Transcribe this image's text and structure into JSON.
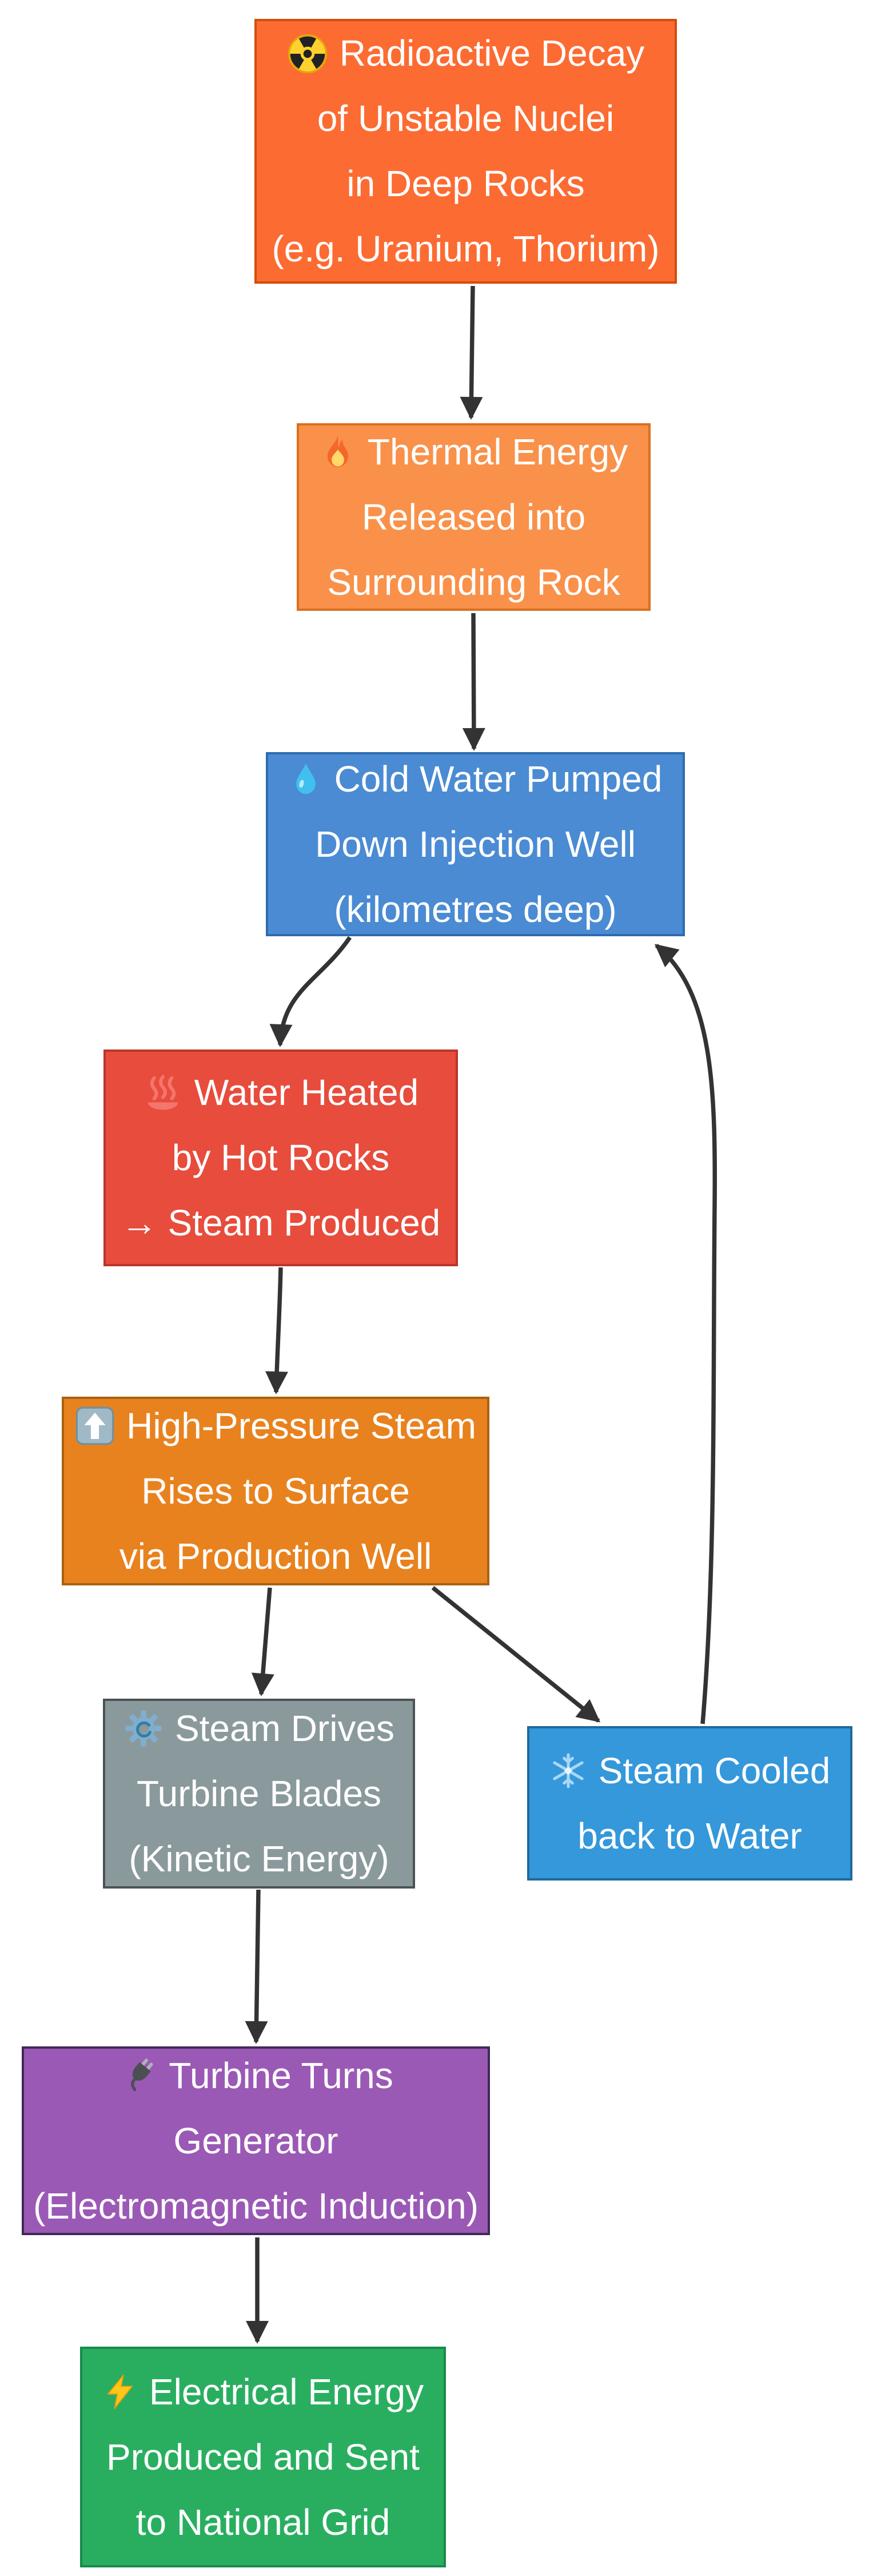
{
  "diagram": {
    "type": "flowchart",
    "background_color": "#ffffff",
    "arrow_color": "#333333",
    "text_color": "#ffffff",
    "nodes": [
      {
        "id": "decay",
        "icon": "radioactive-icon",
        "fill": "#FC6B32",
        "border": "#D24E0D",
        "lines": [
          "Radioactive Decay",
          "of Unstable Nuclei",
          "in Deep Rocks",
          "(e.g. Uranium, Thorium)"
        ]
      },
      {
        "id": "thermal",
        "icon": "fire-icon",
        "fill": "#F9914A",
        "border": "#DA701E",
        "lines": [
          "Thermal Energy",
          "Released into",
          "Surrounding Rock"
        ]
      },
      {
        "id": "cold-water",
        "icon": "droplet-icon",
        "fill": "#4A8BD3",
        "border": "#2E6CB0",
        "lines": [
          "Cold Water Pumped",
          "Down Injection Well",
          "(kilometres deep)"
        ]
      },
      {
        "id": "water-heated",
        "icon": "hot-springs-icon",
        "fill": "#E74C3C",
        "border": "#BB3629",
        "lines": [
          "Water Heated",
          "by Hot Rocks",
          "→ Steam Produced"
        ]
      },
      {
        "id": "steam-rises",
        "icon": "up-arrow-icon",
        "fill": "#E8821E",
        "border": "#AA6110",
        "lines": [
          "High-Pressure Steam",
          "Rises to Surface",
          "via Production Well"
        ]
      },
      {
        "id": "turbine-blades",
        "icon": "gear-icon",
        "fill": "#8A999C",
        "border": "#4A5253",
        "lines": [
          "Steam Drives",
          "Turbine Blades",
          "(Kinetic Energy)"
        ]
      },
      {
        "id": "steam-cooled",
        "icon": "snowflake-icon",
        "fill": "#3498DB",
        "border": "#1F6A9B",
        "lines": [
          "Steam Cooled",
          "back to Water"
        ]
      },
      {
        "id": "generator",
        "icon": "plug-icon",
        "fill": "#9B59B6",
        "border": "#3E2A56",
        "lines": [
          "Turbine Turns",
          "Generator",
          "(Electromagnetic Induction)"
        ]
      },
      {
        "id": "electrical",
        "icon": "lightning-icon",
        "fill": "#29AE60",
        "border": "#178A4B",
        "lines": [
          "Electrical Energy",
          "Produced and Sent",
          "to National Grid"
        ]
      }
    ],
    "edges": [
      {
        "from": "decay",
        "to": "thermal"
      },
      {
        "from": "thermal",
        "to": "cold-water"
      },
      {
        "from": "cold-water",
        "to": "water-heated"
      },
      {
        "from": "water-heated",
        "to": "steam-rises"
      },
      {
        "from": "steam-rises",
        "to": "turbine-blades"
      },
      {
        "from": "steam-rises",
        "to": "steam-cooled"
      },
      {
        "from": "steam-cooled",
        "to": "cold-water"
      },
      {
        "from": "turbine-blades",
        "to": "generator"
      },
      {
        "from": "generator",
        "to": "electrical"
      }
    ]
  }
}
